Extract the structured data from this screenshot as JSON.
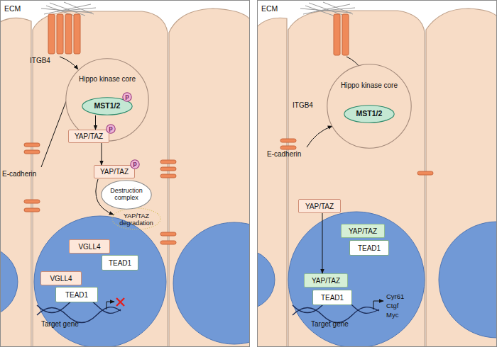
{
  "diagram": {
    "nodes": [
      {
        "text": [
          "Hippo kinase core"
        ]
      },
      {
        "text": [
          "MST1/2"
        ],
        "in": 0
      },
      {
        "text": [
          "p"
        ],
        "in": 0
      },
      {
        "text": [
          "YAP/TAZ"
        ]
      },
      {
        "text": [
          "p"
        ]
      },
      {
        "text": [
          "YAP/TAZ"
        ]
      },
      {
        "text": [
          "p"
        ]
      },
      {
        "text": [
          "Destruction complex"
        ]
      },
      {
        "text": [
          "VGLL4"
        ]
      },
      {
        "text": [
          "TEAD1"
        ]
      },
      {
        "text": [
          "VGLL4"
        ]
      },
      {
        "text": [
          "TEAD1"
        ]
      },
      {
        "text": [
          "Hippo kinase core"
        ]
      },
      {
        "text": [
          "MST1/2"
        ],
        "in": 12
      },
      {
        "text": [
          "YAP/TAZ"
        ]
      },
      {
        "text": [
          "YAP/TAZ"
        ]
      },
      {
        "text": [
          "TEAD1"
        ]
      },
      {
        "text": [
          "YAP/TAZ"
        ]
      },
      {
        "text": [
          "TEAD1"
        ]
      }
    ],
    "edges": [
      {
        "from": 1,
        "to": 3,
        "arrow": "to"
      },
      {
        "from": 3,
        "to": 5,
        "arrow": "to"
      },
      {
        "from": 14,
        "to": 17,
        "arrow": "to"
      }
    ],
    "labels": [
      "ECM",
      "ITGB4",
      "E-cadherin",
      "YAP/TAZ degradation",
      "Target gene",
      "ECM",
      "ITGB4",
      "E-cadherin",
      "Cyr61",
      "Ctgf",
      "Myc",
      "Target gene"
    ]
  }
}
